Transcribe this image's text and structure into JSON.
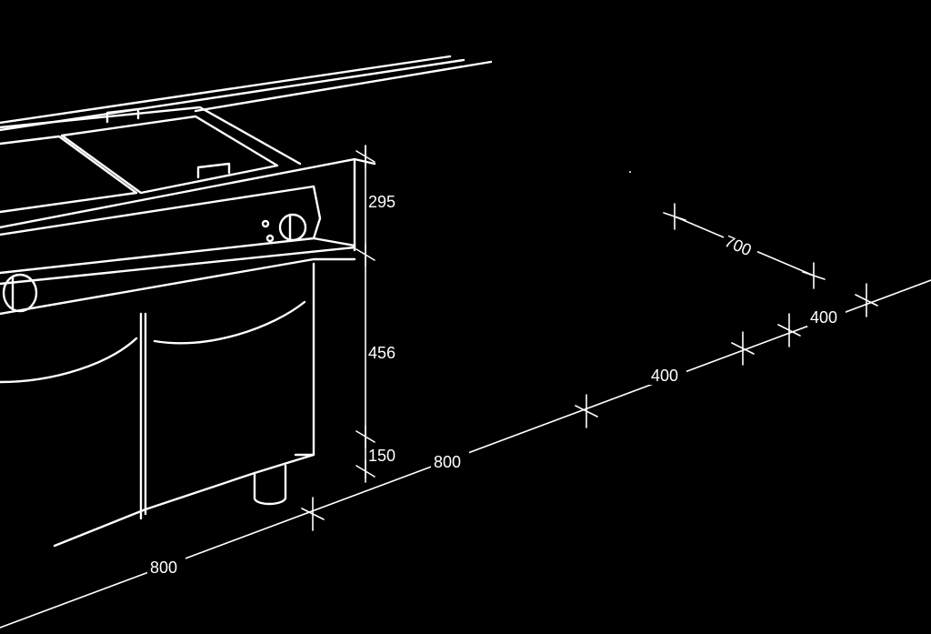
{
  "colors": {
    "background": "#000000",
    "line": "#ffffff"
  },
  "dimensions": {
    "height_top": "295",
    "height_middle": "456",
    "height_bottom": "150",
    "depth": "700",
    "width_front_1": "800",
    "width_front_2": "800",
    "width_front_3": "400",
    "width_front_4": "400"
  }
}
